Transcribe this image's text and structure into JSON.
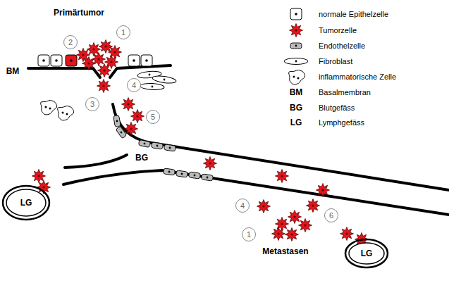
{
  "diagram": {
    "nodes": [
      {
        "text": [
          "LG"
        ]
      },
      {
        "text": [
          "LG"
        ]
      }
    ],
    "labels": [
      "Primärtumor",
      "2",
      "1",
      "BM",
      "3",
      "4",
      "5",
      "BG",
      "4",
      "6",
      "1",
      "Metastasen",
      "BM",
      "BG",
      "LG"
    ],
    "legend": [
      {
        "text": "normale Epithelzelle"
      },
      {
        "text": "Tumorzelle"
      },
      {
        "text": "Endothelzelle"
      },
      {
        "text": "Fibroblast"
      },
      {
        "text": "inflammatorische Zelle"
      },
      {
        "text": "Basalmembran"
      },
      {
        "text": "Blutgefäss"
      },
      {
        "text": "Lymphgefäss"
      }
    ]
  }
}
